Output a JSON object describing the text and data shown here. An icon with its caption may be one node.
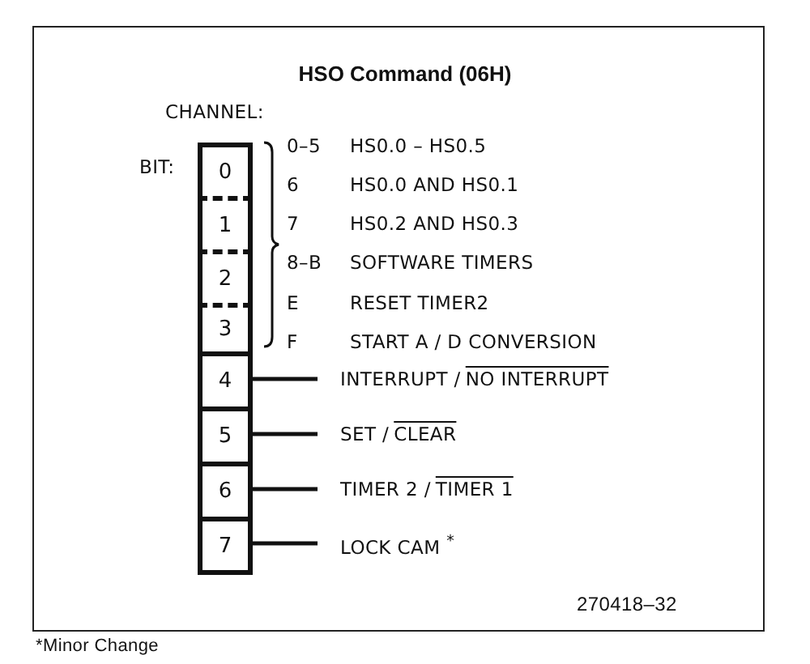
{
  "diagram": {
    "title": "HSO Command (06H)",
    "nodes": [
      {
        "text": [
          "0"
        ]
      },
      {
        "text": [
          "1"
        ]
      },
      {
        "text": [
          "2"
        ]
      },
      {
        "text": [
          "3"
        ]
      },
      {
        "text": [
          "4"
        ]
      },
      {
        "text": [
          "5"
        ]
      },
      {
        "text": [
          "6"
        ]
      },
      {
        "text": [
          "7"
        ]
      },
      {
        "text": [
          "INTERRUPT /",
          "NO INTERRUPT"
        ]
      },
      {
        "text": [
          "SET /",
          "CLEAR"
        ]
      },
      {
        "text": [
          "TIMER 2 /",
          "TIMER 1"
        ]
      },
      {
        "text": [
          "LOCK CAM $^{*}$"
        ]
      }
    ],
    "edges": [
      {
        "from": 4,
        "to": 8,
        "arrow": "none"
      },
      {
        "from": 5,
        "to": 9,
        "arrow": "none"
      },
      {
        "from": 6,
        "to": 10,
        "arrow": "none"
      },
      {
        "from": 7,
        "to": 11,
        "arrow": "none"
      }
    ],
    "labels": [
      "CHANNEL:",
      "BIT:",
      "0–5",
      "HS0.0 – HS0.5",
      "6",
      "HS0.0 AND HS0.1",
      "7",
      "HS0.2 AND HS0.3",
      "8–B",
      "SOFTWARE TIMERS",
      "E",
      "RESET TIMER2",
      "F",
      "START A / D CONVERSION",
      "270418–32",
      "*Minor Change"
    ]
  }
}
